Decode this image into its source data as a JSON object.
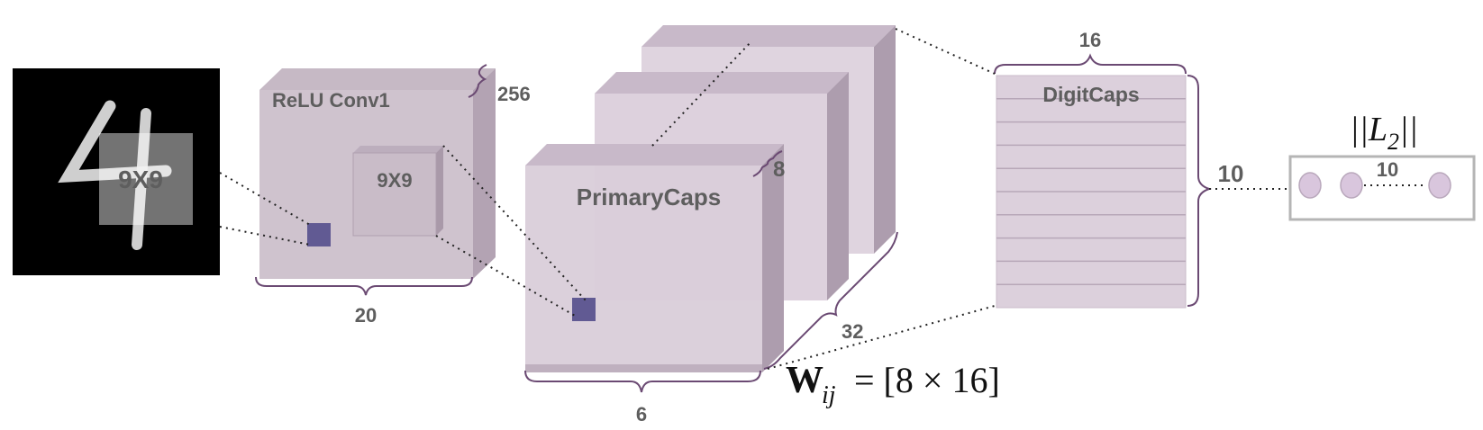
{
  "input_image": {
    "kernel_label": "9X9",
    "digit": "4"
  },
  "conv1": {
    "title": "ReLU Conv1",
    "kernel_label": "9X9",
    "depth_label": "256",
    "width_label": "20"
  },
  "primary_caps": {
    "title": "PrimaryCaps",
    "depth_label": "8",
    "width_label": "6",
    "count_label": "32"
  },
  "weight_formula": {
    "symbol": "W",
    "subscript": "ij",
    "rhs": "= [8 × 16]"
  },
  "digit_caps": {
    "title": "DigitCaps",
    "width_label": "16",
    "height_label": "10",
    "rows": 10
  },
  "output": {
    "norm_label": "||L",
    "norm_subscript": "2",
    "norm_close": "||",
    "count_label": "10"
  },
  "colors": {
    "block_front": "#d9cdd9",
    "block_top": "#c2b3c3",
    "block_side": "#ab9bac",
    "conv_front": "#cdc0cc",
    "kernel": "#615a93",
    "brace": "#6b4a73",
    "label": "#5e5e5e",
    "node": "#d9c6dd"
  }
}
